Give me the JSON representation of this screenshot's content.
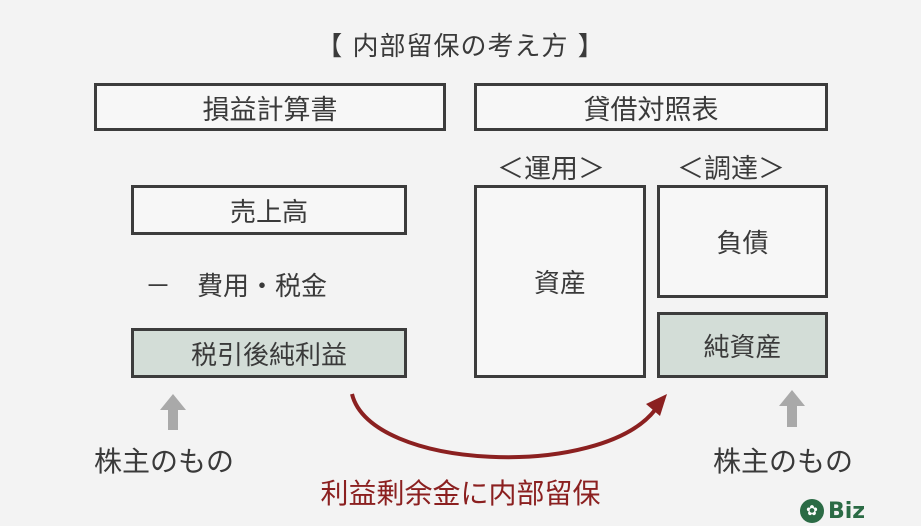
{
  "title": "【 内部留保の考え方 】",
  "income_statement": {
    "header": "損益計算書",
    "sales": "売上高",
    "minus_expenses": "－　費用・税金",
    "net_income": "税引後純利益",
    "owner_note": "株主のもの"
  },
  "balance_sheet": {
    "header": "貸借対照表",
    "operation_label": "＜運用＞",
    "funding_label": "＜調達＞",
    "assets": "資産",
    "liabilities": "負債",
    "net_assets": "純資産",
    "owner_note": "株主のもの"
  },
  "caption": "利益剰余金に内部留保",
  "logo": {
    "text": "Biz",
    "icon": "leaf-logo-icon"
  },
  "colors": {
    "shaded_box": "#d3ddd7",
    "curve_arrow": "#8b2020",
    "up_arrow": "#a9a9a9"
  }
}
